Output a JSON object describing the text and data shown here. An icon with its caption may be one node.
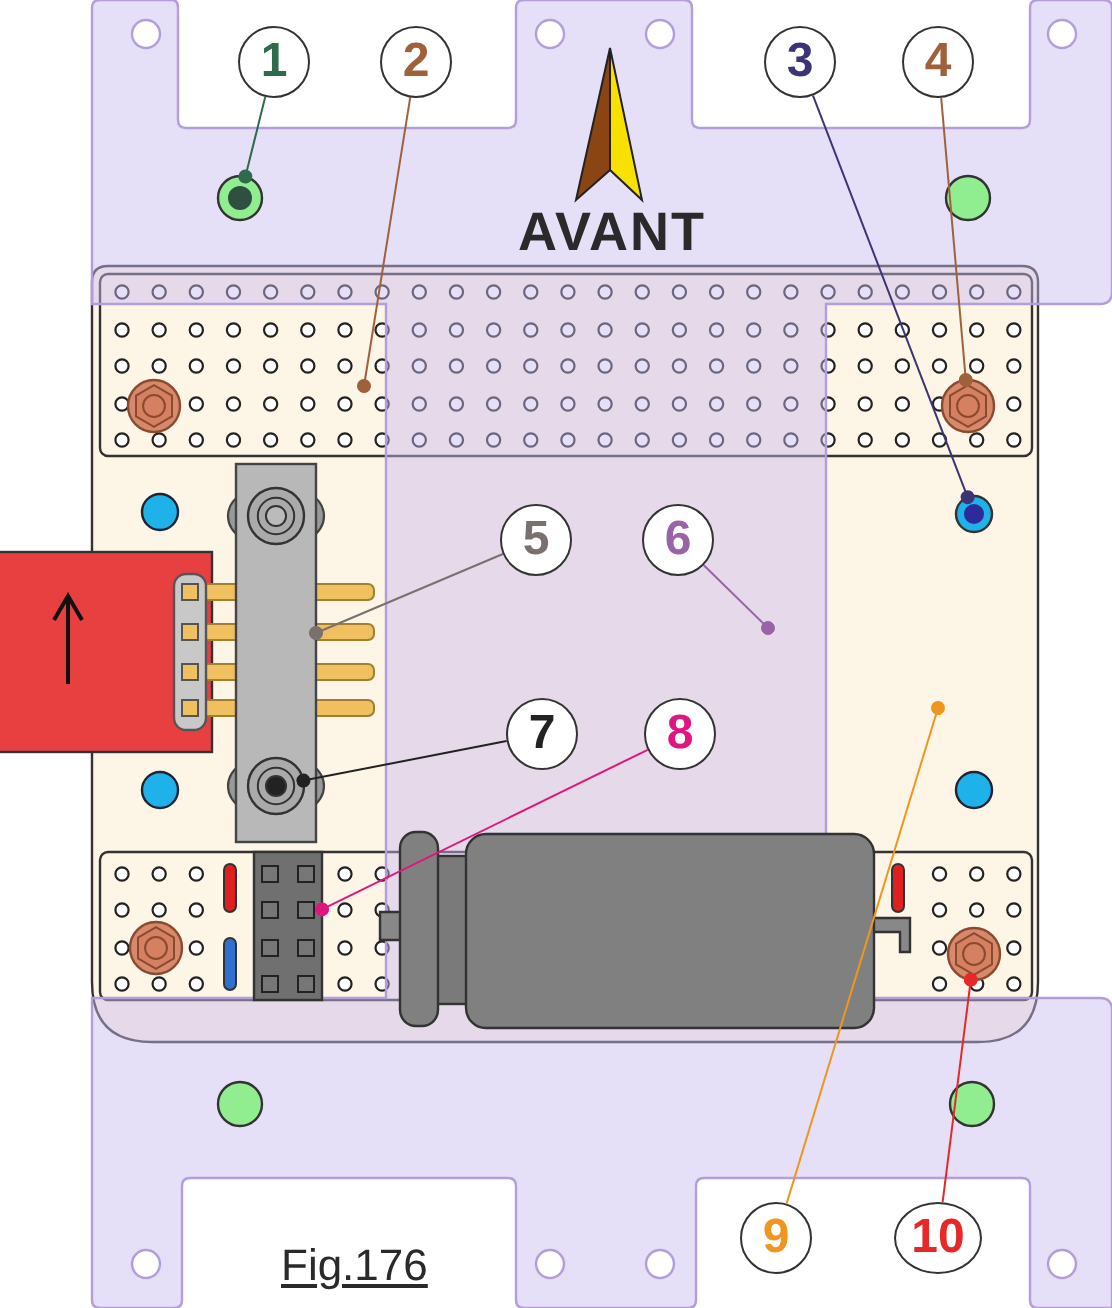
{
  "diagram": {
    "caption": "Fig.176",
    "nodes": [
      {
        "text": [
          "1"
        ]
      },
      {
        "text": [
          "2"
        ]
      },
      {
        "text": [
          "3"
        ]
      },
      {
        "text": [
          "4"
        ]
      },
      {
        "text": [
          "5"
        ]
      },
      {
        "text": [
          "6"
        ]
      },
      {
        "text": [
          "7"
        ]
      },
      {
        "text": [
          "8"
        ]
      },
      {
        "text": [
          "9"
        ]
      },
      {
        "text": [
          "10"
        ]
      },
      {
        "text": [],
        "shape": "circle"
      },
      {
        "text": [],
        "shape": "circle"
      },
      {
        "text": [],
        "shape": "picture"
      },
      {
        "text": [],
        "shape": "bar"
      },
      {
        "text": [],
        "shape": "picture",
        "in": 13
      },
      {
        "text": [],
        "shape": "picture"
      },
      {
        "text": [],
        "shape": "picture"
      }
    ],
    "edges": [
      {
        "from": 0,
        "to": 10,
        "arrow": "other",
        "color": "#2e6b4a"
      },
      {
        "from": 1,
        "to": null,
        "arrow": "other",
        "color": "#a0613a"
      },
      {
        "from": 2,
        "to": 11,
        "arrow": "other",
        "color": "#3c3575"
      },
      {
        "from": 3,
        "to": 12,
        "arrow": "other",
        "color": "#a0613a"
      },
      {
        "from": 4,
        "to": 13,
        "arrow": "other",
        "color": "#7a706e"
      },
      {
        "from": 5,
        "to": null,
        "arrow": "other",
        "color": "#9b63a7"
      },
      {
        "from": 6,
        "to": 14,
        "arrow": "other",
        "color": "#222222"
      },
      {
        "from": 7,
        "to": 15,
        "arrow": "other",
        "color": "#e0157f"
      },
      {
        "from": 8,
        "to": null,
        "arrow": "other",
        "color": "#f0961e"
      },
      {
        "from": 9,
        "to": 16,
        "arrow": "other",
        "color": "#e82828"
      }
    ],
    "labels": [
      "AVANT"
    ]
  }
}
